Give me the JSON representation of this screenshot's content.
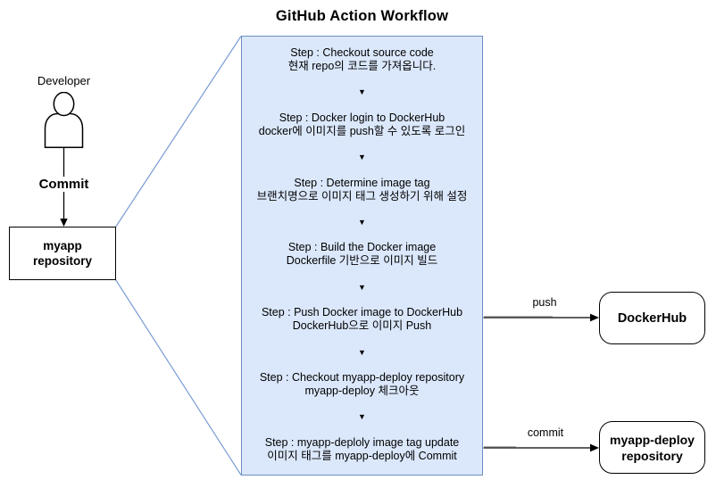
{
  "title": "GitHub Action Workflow",
  "developer": {
    "label": "Developer"
  },
  "edges": {
    "developer_commit_label": "Commit",
    "push_label": "push",
    "commit_label": "commit"
  },
  "myapp_repo": {
    "line1": "myapp",
    "line2": "repository"
  },
  "workflow": {
    "separator_glyph": "▼",
    "steps": [
      {
        "line1": "Step : Checkout source code",
        "line2": "현재 repo의 코드를 가져옵니다."
      },
      {
        "line1": "Step : Docker login to DockerHub",
        "line2": "docker에 이미지를 push할 수 있도록 로그인"
      },
      {
        "line1": "Step : Determine image tag",
        "line2": "브랜치명으로 이미지 태그 생성하기 위해 설정"
      },
      {
        "line1": "Step : Build the Docker image",
        "line2": "Dockerfile 기반으로 이미지 빌드"
      },
      {
        "line1": "Step : Push Docker image to DockerHub",
        "line2": "DockerHub으로 이미지 Push"
      },
      {
        "line1": "Step : Checkout myapp-deploy repository",
        "line2": "myapp-deploy 체크아웃"
      },
      {
        "line1": "Step : myapp-deploly image tag update",
        "line2": "이미지 태그를 myapp-deploy에 Commit"
      }
    ]
  },
  "dockerhub": {
    "label": "DockerHub"
  },
  "myapp_deploy": {
    "line1": "myapp-deploy",
    "line2": "repository"
  },
  "colors": {
    "workflow_fill": "#dbe8fc",
    "workflow_stroke": "#6e8fc0",
    "connector_blue": "#7a9cd4",
    "node_stroke": "#000000",
    "background": "#ffffff"
  }
}
